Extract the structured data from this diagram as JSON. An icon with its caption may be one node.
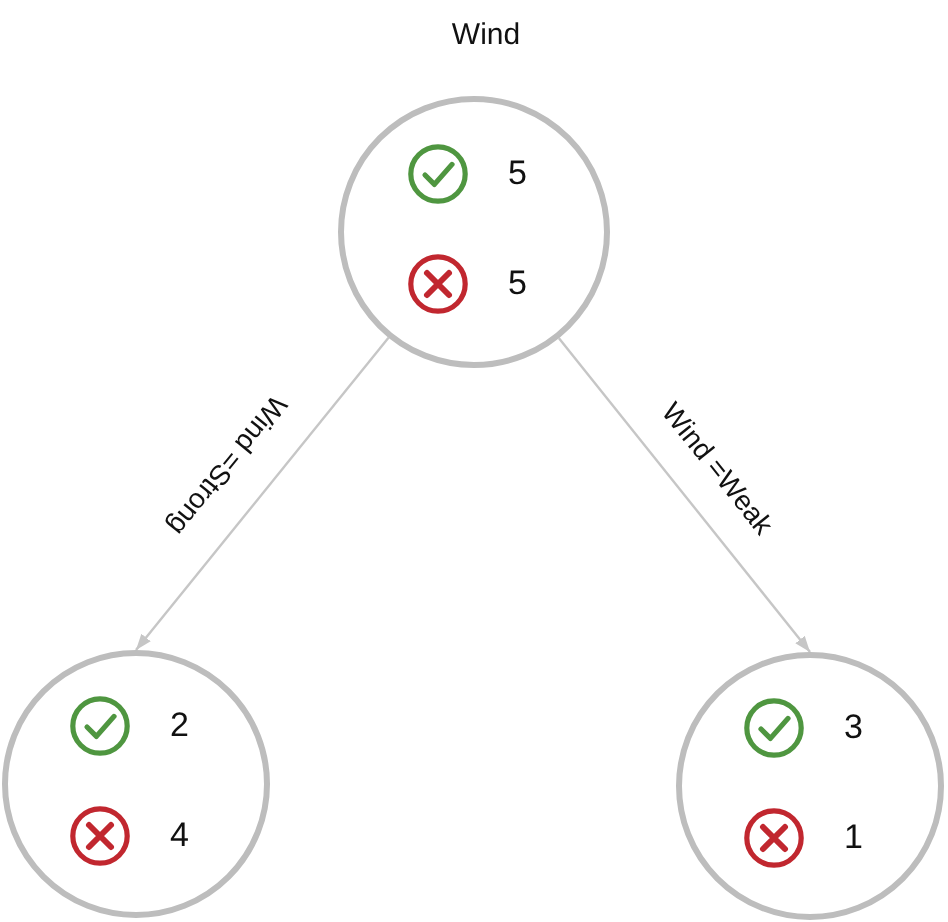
{
  "diagram": {
    "title": "Wind",
    "nodes": [
      {
        "text": [
          "5",
          "5"
        ]
      },
      {
        "text": [
          "2",
          "4"
        ]
      },
      {
        "text": [
          "3",
          "1"
        ]
      }
    ],
    "edges": [
      {
        "from": 0,
        "to": 1,
        "arrow": "to",
        "label": "Wind =Strong"
      },
      {
        "from": 0,
        "to": 2,
        "arrow": "to",
        "label": "Wind =Weak"
      }
    ]
  }
}
